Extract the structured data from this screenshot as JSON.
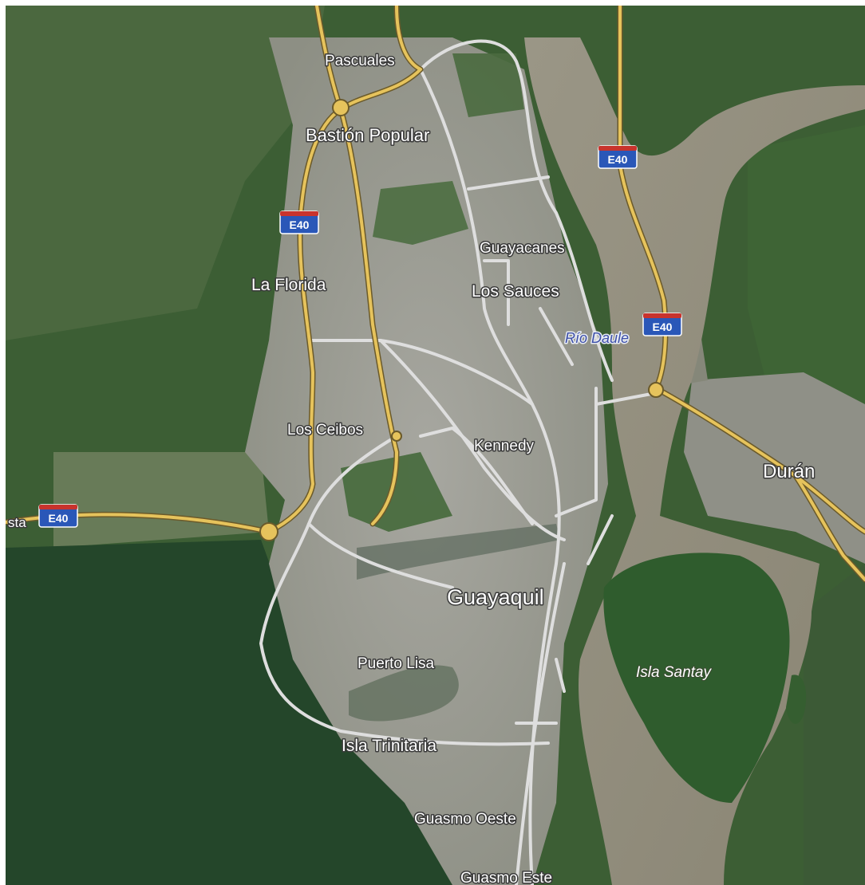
{
  "map": {
    "type": "satellite",
    "colors": {
      "forest": "#2f5a2c",
      "urban": "#9b9b93",
      "river": "#8f8a7a",
      "highway": "#e2c15a",
      "road": "#d8d8d8",
      "shield_blue": "#2a57b8",
      "shield_red": "#c8332d"
    }
  },
  "places": {
    "pascuales": "Pascuales",
    "bastion_popular": "Bastión Popular",
    "guayacanes": "Guayacanes",
    "la_florida": "La Florida",
    "los_sauces": "Los Sauces",
    "los_ceibos": "Los Ceibos",
    "kennedy": "Kennedy",
    "duran": "Durán",
    "guayaquil": "Guayaquil",
    "puerto_lisa": "Puerto Lisa",
    "isla_trinitaria": "Isla Trinitaria",
    "guasmo_oeste": "Guasmo Oeste",
    "guasmo_este": "Guasmo Este",
    "edge_fragment": "sta"
  },
  "water": {
    "rio_daule": "Río Daule"
  },
  "islands": {
    "isla_santay": "Isla Santay"
  },
  "highway_shields": [
    {
      "label": "E40"
    },
    {
      "label": "E40"
    },
    {
      "label": "E40"
    },
    {
      "label": "E40"
    }
  ]
}
